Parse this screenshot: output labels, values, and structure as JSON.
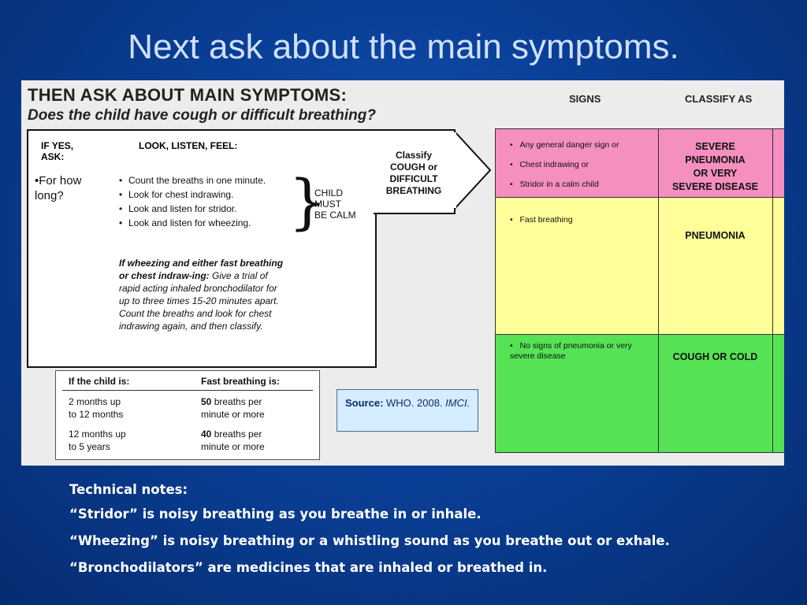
{
  "slide": {
    "title": "Next ask about the main symptoms."
  },
  "chart": {
    "heading": "THEN ASK ABOUT MAIN SYMPTOMS:",
    "question": "Does the child have cough or difficult breathing?",
    "col_signs": "SIGNS",
    "col_classify": "CLASSIFY AS",
    "if_yes": [
      "IF YES,",
      "ASK:"
    ],
    "look_listen": "LOOK, LISTEN, FEEL:",
    "ask_item": "•For how long?",
    "checks": [
      "Count the breaths in one minute.",
      "Look for chest indrawing.",
      "Look and listen for stridor.",
      "Look and listen for wheezing."
    ],
    "calm_note": [
      "CHILD",
      "MUST",
      "BE CALM"
    ],
    "wheeze_bold": "If wheezing and either fast breathing or chest indraw-ing:",
    "wheeze_text": "Give a trial of rapid acting inhaled bronchodilator for up to three times 15-20 minutes apart. Count the breaths and look for chest indrawing again, and then classify.",
    "classify_box": [
      "Classify",
      "COUGH or",
      "DIFFICULT",
      "BREATHING"
    ],
    "fast_table": {
      "h1": "If the child is:",
      "h2": "Fast breathing is:",
      "r1c1": [
        "2 months up",
        "to 12 months"
      ],
      "r1c2_bold": "50",
      "r1c2": [
        " breaths per",
        "minute or more"
      ],
      "r2c1": [
        "12 months up",
        "to 5 years"
      ],
      "r2c2_bold": "40",
      "r2c2": [
        " breaths per",
        "minute or more"
      ]
    },
    "source": {
      "label": "Source:",
      "text": " WHO. 2008. ",
      "italic": "IMCI."
    },
    "rows": [
      {
        "signs": [
          "Any general danger sign or",
          "Chest indrawing or",
          "Stridor in a calm child"
        ],
        "classification": [
          "SEVERE",
          "PNEUMONIA",
          "OR VERY",
          "SEVERE DISEASE"
        ],
        "color": "#f48fbf"
      },
      {
        "signs": [
          "Fast breathing"
        ],
        "classification": [
          "PNEUMONIA"
        ],
        "color": "#ffff9a"
      },
      {
        "signs": [
          "No signs of pneumonia or very severe disease"
        ],
        "classification": [
          "COUGH OR COLD"
        ],
        "color": "#55e355"
      }
    ]
  },
  "notes": {
    "heading": "Technical notes:",
    "items": [
      "“Stridor” is noisy breathing as you breathe in or inhale.",
      "“Wheezing” is noisy breathing or a whistling sound as you breathe out or exhale.",
      "“Bronchodilators” are medicines that are inhaled or breathed in."
    ]
  }
}
